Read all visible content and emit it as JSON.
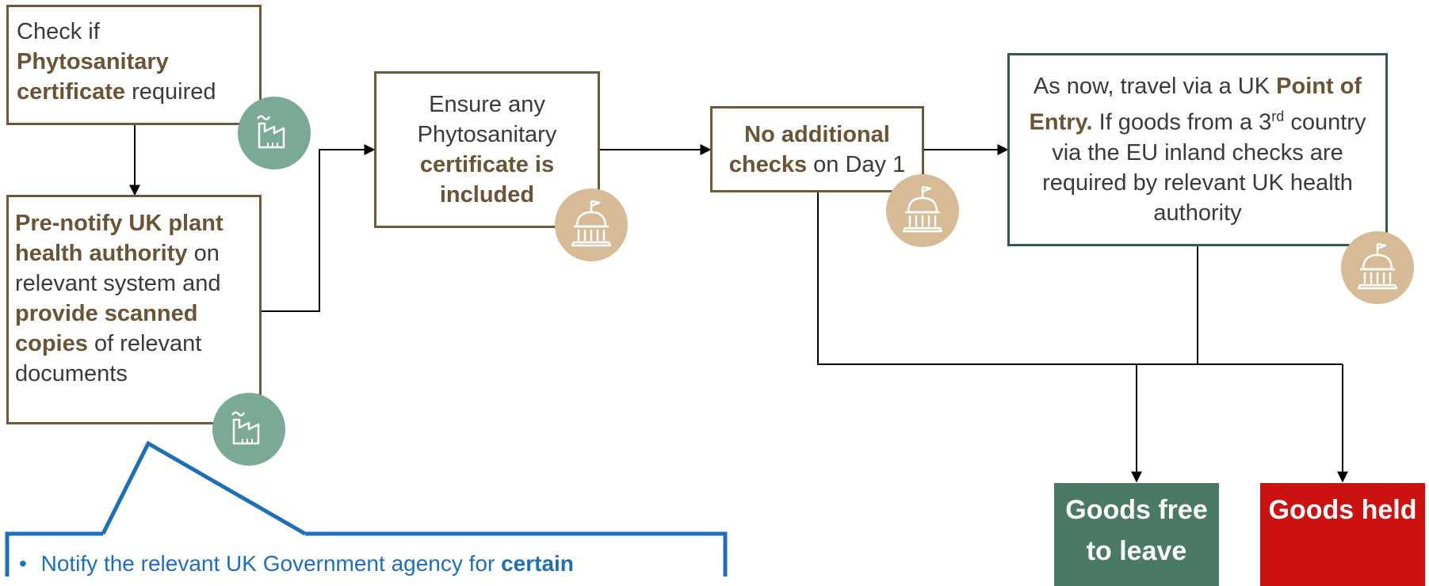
{
  "steps": {
    "check": {
      "pre": "Check if",
      "bold": "Phytosanitary certificate",
      "post": "required"
    },
    "prenotify": {
      "b1": "Pre-notify UK plant health authority",
      "t1": "on relevant system and",
      "b2": "provide scanned copies",
      "t2": "of relevant documents"
    },
    "ensure": {
      "pre": "Ensure any Phytosanitary",
      "bold": "certificate is included"
    },
    "nochecks": {
      "bold": "No additional checks",
      "post": "on Day 1"
    },
    "poe": {
      "pre": "As now, travel via a UK",
      "bold": "Point of Entry.",
      "mid": "If goods from a 3",
      "sup": "rd",
      "post": "country via the EU inland checks are required by relevant UK health authority"
    }
  },
  "outcomes": {
    "free": "Goods free to leave",
    "held": "Goods held"
  },
  "callout": {
    "pre": "Notify the relevant UK Government agency for",
    "bold": "certain"
  },
  "icons": {
    "factory": "factory-icon",
    "government": "government-building-icon"
  },
  "colors": {
    "brown_border": "#6b5a3c",
    "green_border": "#2f5b48",
    "factory_badge": "#7aa995",
    "gov_badge": "#d6bb96",
    "free": "#4a7a63",
    "held": "#cc1111",
    "callout": "#1f6fb8"
  }
}
